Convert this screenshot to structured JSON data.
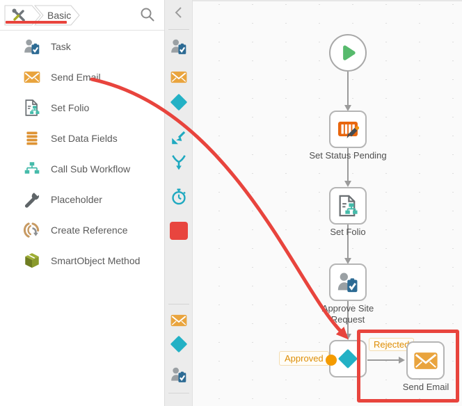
{
  "colors": {
    "annotation_red": "#e8443d",
    "teal": "#23b1c5",
    "teal_green": "#45bbaa",
    "orange": "#e9a43e",
    "deep_orange": "#e8660e",
    "green": "#57ba6d",
    "clipboard_blue": "#2d6b94",
    "branch_label_orange": "#dd8d05",
    "branch_dot_orange": "#f49b00",
    "olive": "#98a52d"
  },
  "toolbox": {
    "breadcrumb": {
      "tool_icon": "crossed-tools-icon",
      "label": "Basic"
    },
    "search_icon": "magnifier",
    "items": [
      {
        "icon": "task-icon",
        "label": "Task"
      },
      {
        "icon": "send-email-icon",
        "label": "Send Email"
      },
      {
        "icon": "set-folio-icon",
        "label": "Set Folio"
      },
      {
        "icon": "set-data-fields-icon",
        "label": "Set Data Fields"
      },
      {
        "icon": "call-sub-workflow-icon",
        "label": "Call Sub Workflow"
      },
      {
        "icon": "placeholder-wrench-icon",
        "label": "Placeholder"
      },
      {
        "icon": "create-reference-icon",
        "label": "Create Reference"
      },
      {
        "icon": "smartobject-method-icon",
        "label": "SmartObject Method"
      }
    ]
  },
  "icon_strip": {
    "collapse_icon": "chevron-left",
    "top_icons": [
      "task-icon",
      "email-icon",
      "decision-diamond-icon",
      "merge-arrow-icon",
      "converge-arrows-icon",
      "timer-icon",
      "end-red-square-icon"
    ],
    "bottom_icons": [
      "email-icon",
      "decision-diamond-icon",
      "task-icon"
    ]
  },
  "canvas": {
    "nodes": {
      "start": {
        "icon": "play-icon"
      },
      "set_status_pending": {
        "icon": "status-pencil-icon",
        "label": "Set Status Pending"
      },
      "set_folio": {
        "icon": "folio-icon",
        "label": "Set Folio"
      },
      "approve_site_request": {
        "icon": "user-task-icon",
        "label": "Approve Site Request"
      },
      "decision": {
        "icon": "decision-diamond-icon"
      },
      "send_email": {
        "icon": "email-icon",
        "label": "Send Email"
      }
    },
    "branch_labels": {
      "approved": "Approved",
      "rejected": "Rejected"
    }
  },
  "annotations": {
    "underline": "breadcrumb-underline",
    "arrow": "sidebar-send-email-to-canvas-arrow",
    "box": "send-email-highlight-box"
  }
}
